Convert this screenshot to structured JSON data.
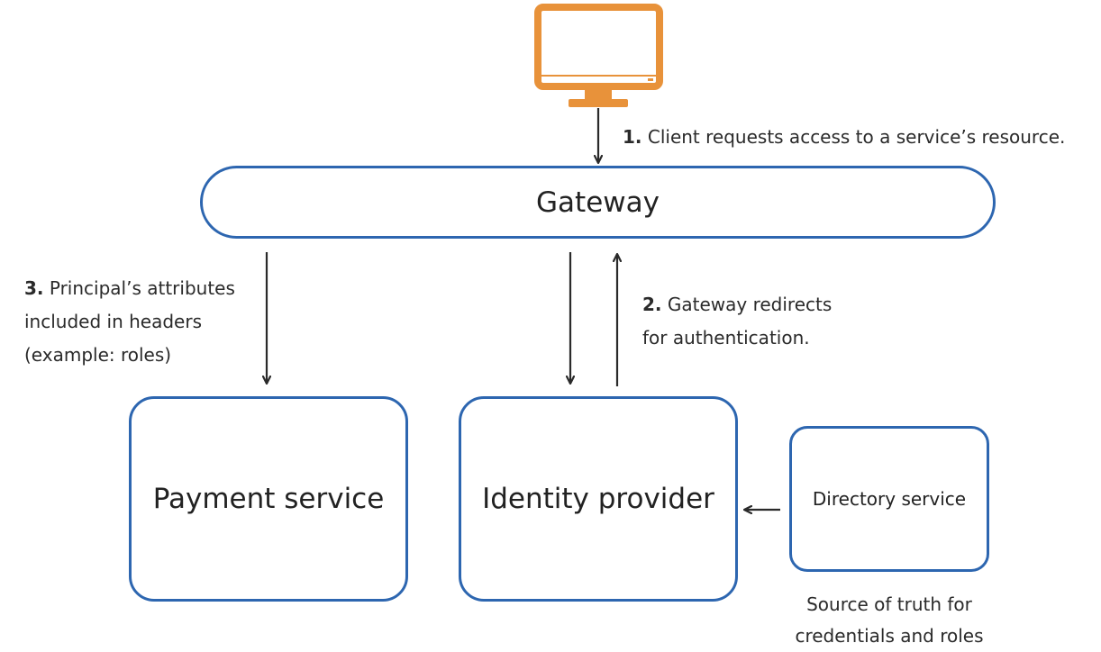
{
  "colors": {
    "box_border": "#2d66b0",
    "monitor": "#e8923a",
    "arrow": "#2a2a2a"
  },
  "icons": {
    "client": "monitor-icon"
  },
  "nodes": {
    "gateway": "Gateway",
    "payment_service": "Payment service",
    "identity_provider": "Identity provider",
    "directory_service": "Directory service"
  },
  "steps": [
    {
      "number": "1.",
      "lines": [
        "Client requests access to a service’s resource."
      ]
    },
    {
      "number": "2.",
      "lines": [
        "Gateway redirects",
        "for authentication."
      ]
    },
    {
      "number": "3.",
      "lines": [
        "Principal’s attributes",
        "included in headers",
        "(example: roles)"
      ]
    }
  ],
  "note": {
    "lines": [
      "Source of truth for",
      "credentials and roles"
    ]
  }
}
